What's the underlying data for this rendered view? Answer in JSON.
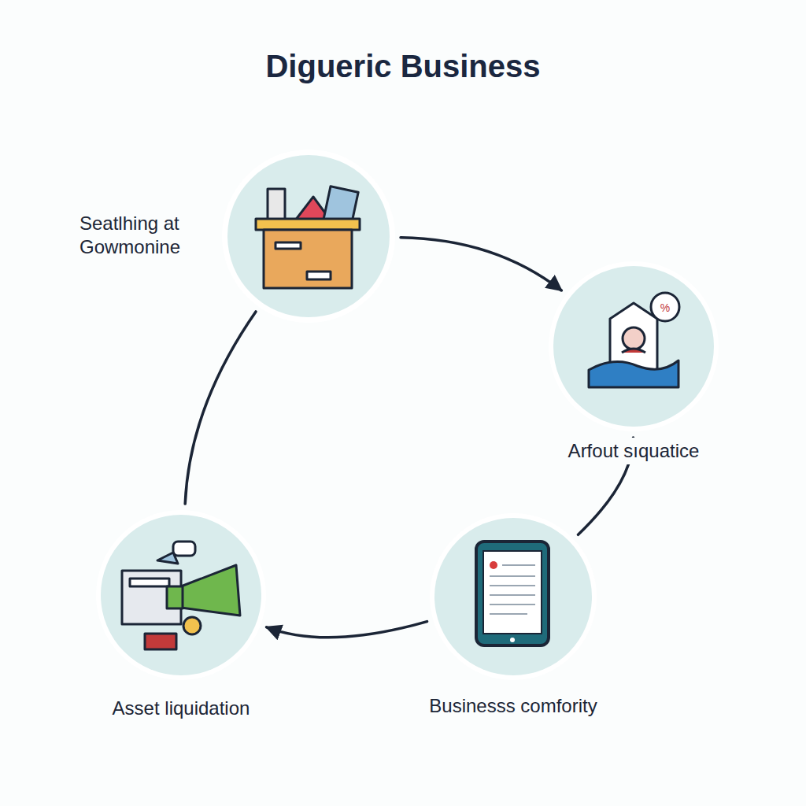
{
  "diagram": {
    "title": "Digueric Business",
    "nodes": [
      {
        "text": [
          "Seatlhing at Gowmonine"
        ]
      },
      {
        "text": [
          "Arfout sıquatice"
        ]
      },
      {
        "text": [
          "Businesss comfority"
        ]
      },
      {
        "text": [
          "Asset liquidation"
        ]
      }
    ],
    "edges": [
      {
        "from": 0,
        "to": 1,
        "arrow": "to"
      },
      {
        "from": 1,
        "to": 2,
        "arrow": "none"
      },
      {
        "from": 2,
        "to": 3,
        "arrow": "to"
      },
      {
        "from": 3,
        "to": 0,
        "arrow": "none"
      }
    ]
  }
}
